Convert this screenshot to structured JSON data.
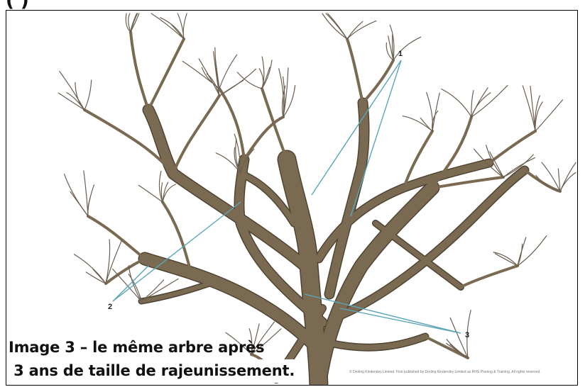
{
  "header": {
    "partial_text": "(                                   )"
  },
  "diagram": {
    "labels": [
      "1",
      "2",
      "3"
    ],
    "caption_line1": "Image 3 – le même arbre après",
    "caption_line2": " 3 ans de taille de rajeunissement.",
    "copyright": "© Dorling Kindersley Limited. First published by Dorling Kindersley Limited as RHS Pruning & Training. All rights reserved."
  },
  "colors": {
    "trunk": "#7a6a52",
    "trunk_dark": "#4f4433",
    "twig": "#6b5f50",
    "leader": "#5aa6b8"
  }
}
